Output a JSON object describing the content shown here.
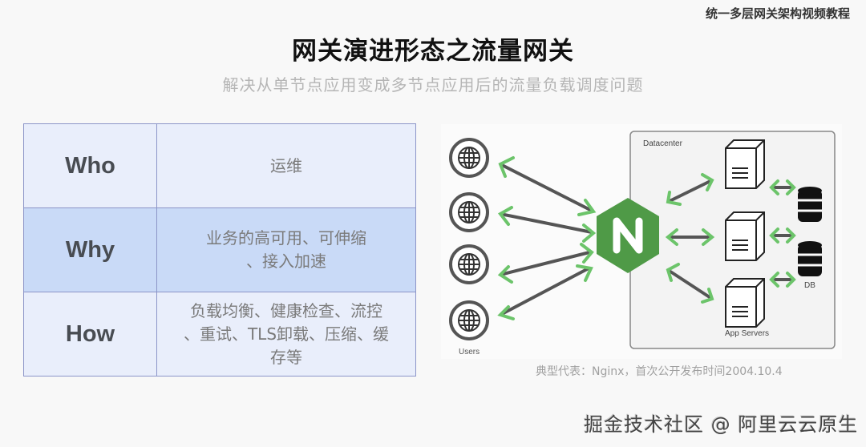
{
  "header": {
    "course_tag": "统一多层网关架构视频教程",
    "title": "网关演进形态之流量网关",
    "subtitle": "解决从单节点应用变成多节点应用后的流量负载调度问题"
  },
  "table": {
    "rows": [
      {
        "key": "Who",
        "value_lines": [
          "运维"
        ]
      },
      {
        "key": "Why",
        "value_lines": [
          "业务的高可用、可伸缩",
          "、接入加速"
        ]
      },
      {
        "key": "How",
        "value_lines": [
          "负载均衡、健康检查、流控",
          "、重试、TLS卸载、压缩、缓",
          "存等"
        ]
      }
    ]
  },
  "diagram": {
    "users_label": "Users",
    "datacenter_label": "Datacenter",
    "gateway_letter": "N",
    "app_servers_label": "App Servers",
    "db_label": "DB",
    "colors": {
      "gateway_green": "#4f9a47",
      "arrow_head_green": "#6cc46a",
      "arrow_line": "#555555"
    }
  },
  "caption": "典型代表：Nginx，首次公开发布时间2004.10.4",
  "watermark": "掘金技术社区 @ 阿里云云原生"
}
